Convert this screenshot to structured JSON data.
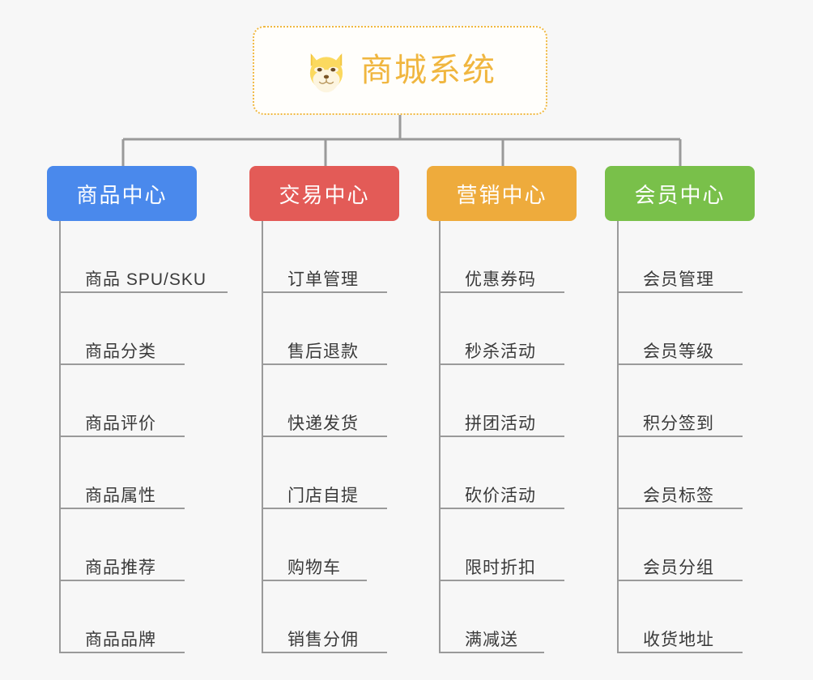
{
  "diagram": {
    "type": "org-chart",
    "background_color": "#f7f7f7",
    "root": {
      "title": "商城系统",
      "icon": "shiba-dog-emoji",
      "text_color": "#f0b63f",
      "border_color": "#f0b840"
    },
    "connector_color": "#9a9a9a",
    "branches": [
      {
        "label": "商品中心",
        "color": "#4a89ec",
        "items": [
          "商品 SPU/SKU",
          "商品分类",
          "商品评价",
          "商品属性",
          "商品推荐",
          "商品品牌"
        ]
      },
      {
        "label": "交易中心",
        "color": "#e35b57",
        "items": [
          "订单管理",
          "售后退款",
          "快递发货",
          "门店自提",
          "购物车",
          "销售分佣"
        ]
      },
      {
        "label": "营销中心",
        "color": "#eeab3c",
        "items": [
          "优惠券码",
          "秒杀活动",
          "拼团活动",
          "砍价活动",
          "限时折扣",
          "满减送"
        ]
      },
      {
        "label": "会员中心",
        "color": "#79c košice"
      }
    ]
  }
}
